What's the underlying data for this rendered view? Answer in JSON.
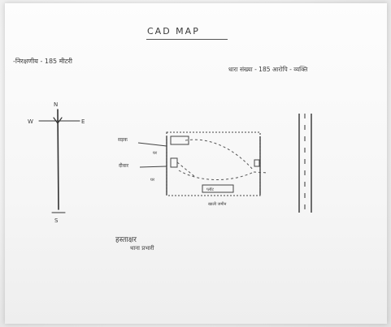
{
  "document": {
    "title": "CAD MAP",
    "left_note": "-निरक्षणीय - 185 मीटरी",
    "right_note": "धारा संख्या - 185   आरोपि - व्यक्ति",
    "signature": "हस्ताक्षर",
    "signature_role": "थाना प्रभारी",
    "compass": {
      "north": "N",
      "south": "S",
      "east": "E",
      "west": "W"
    },
    "map_labels": {
      "road_top": "सड़क",
      "left_mid": "दीवार",
      "left_small_a": "घर",
      "left_small_b": "घर",
      "bottom_box": "प्लॉट",
      "bottom_caption": "खाली जमीन"
    }
  }
}
